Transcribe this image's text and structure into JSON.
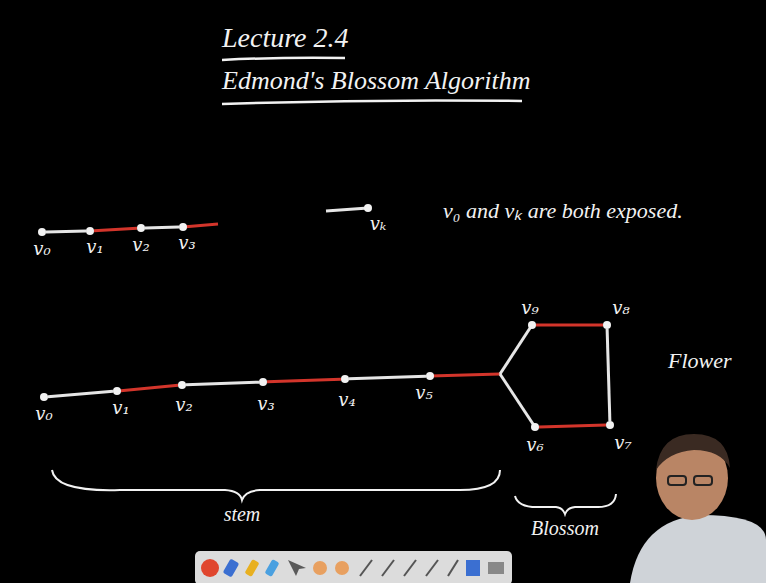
{
  "diagram": {
    "title": "Lecture 2.4",
    "nodes": [
      {
        "text": [
          "v₀"
        ]
      },
      {
        "text": [
          "v₁"
        ]
      },
      {
        "text": [
          "v₂"
        ]
      },
      {
        "text": [
          "v₃"
        ]
      },
      {
        "text": [
          "vₖ"
        ]
      },
      {
        "text": [
          "v₀"
        ]
      },
      {
        "text": [
          "v₁"
        ]
      },
      {
        "text": [
          "v₂"
        ]
      },
      {
        "text": [
          "v₃"
        ]
      },
      {
        "text": [
          "v₄"
        ]
      },
      {
        "text": [
          "v₅"
        ]
      },
      {
        "text": [
          "v₉"
        ]
      },
      {
        "text": [
          "v₈"
        ]
      },
      {
        "text": [
          "v₆"
        ]
      },
      {
        "text": [
          "v₇"
        ]
      }
    ],
    "edges": [
      {
        "from": 0,
        "to": 1,
        "arrow": "none"
      },
      {
        "from": 1,
        "to": 2,
        "arrow": "none"
      },
      {
        "from": 2,
        "to": 3,
        "arrow": "none"
      },
      {
        "from": 5,
        "to": 6,
        "arrow": "none"
      },
      {
        "from": 6,
        "to": 7,
        "arrow": "none"
      },
      {
        "from": 7,
        "to": 8,
        "arrow": "none"
      },
      {
        "from": 8,
        "to": 9,
        "arrow": "none"
      },
      {
        "from": 9,
        "to": 10,
        "arrow": "none"
      },
      {
        "from": 11,
        "to": 12,
        "arrow": "none"
      },
      {
        "from": 12,
        "to": 14,
        "arrow": "none"
      },
      {
        "from": 14,
        "to": 13,
        "arrow": "none"
      }
    ],
    "labels": [
      "Edmond's Blossom Algorithm",
      "v₀ and vₖ are both exposed.",
      "Flower",
      "stem",
      "Blossom"
    ]
  }
}
